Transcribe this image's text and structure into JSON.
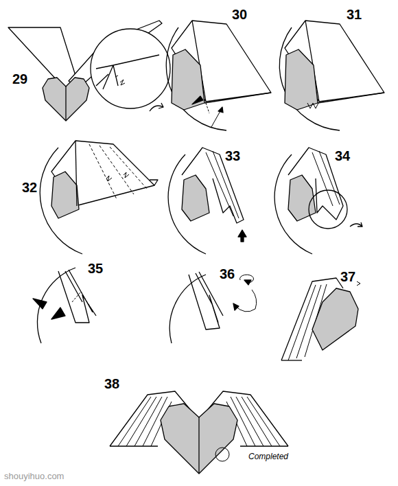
{
  "diagram": {
    "labels": [
      "29",
      "30",
      "31",
      "32",
      "33",
      "34",
      "35",
      "36",
      "37",
      "38",
      "Completed",
      "shouyihuo.com"
    ]
  }
}
